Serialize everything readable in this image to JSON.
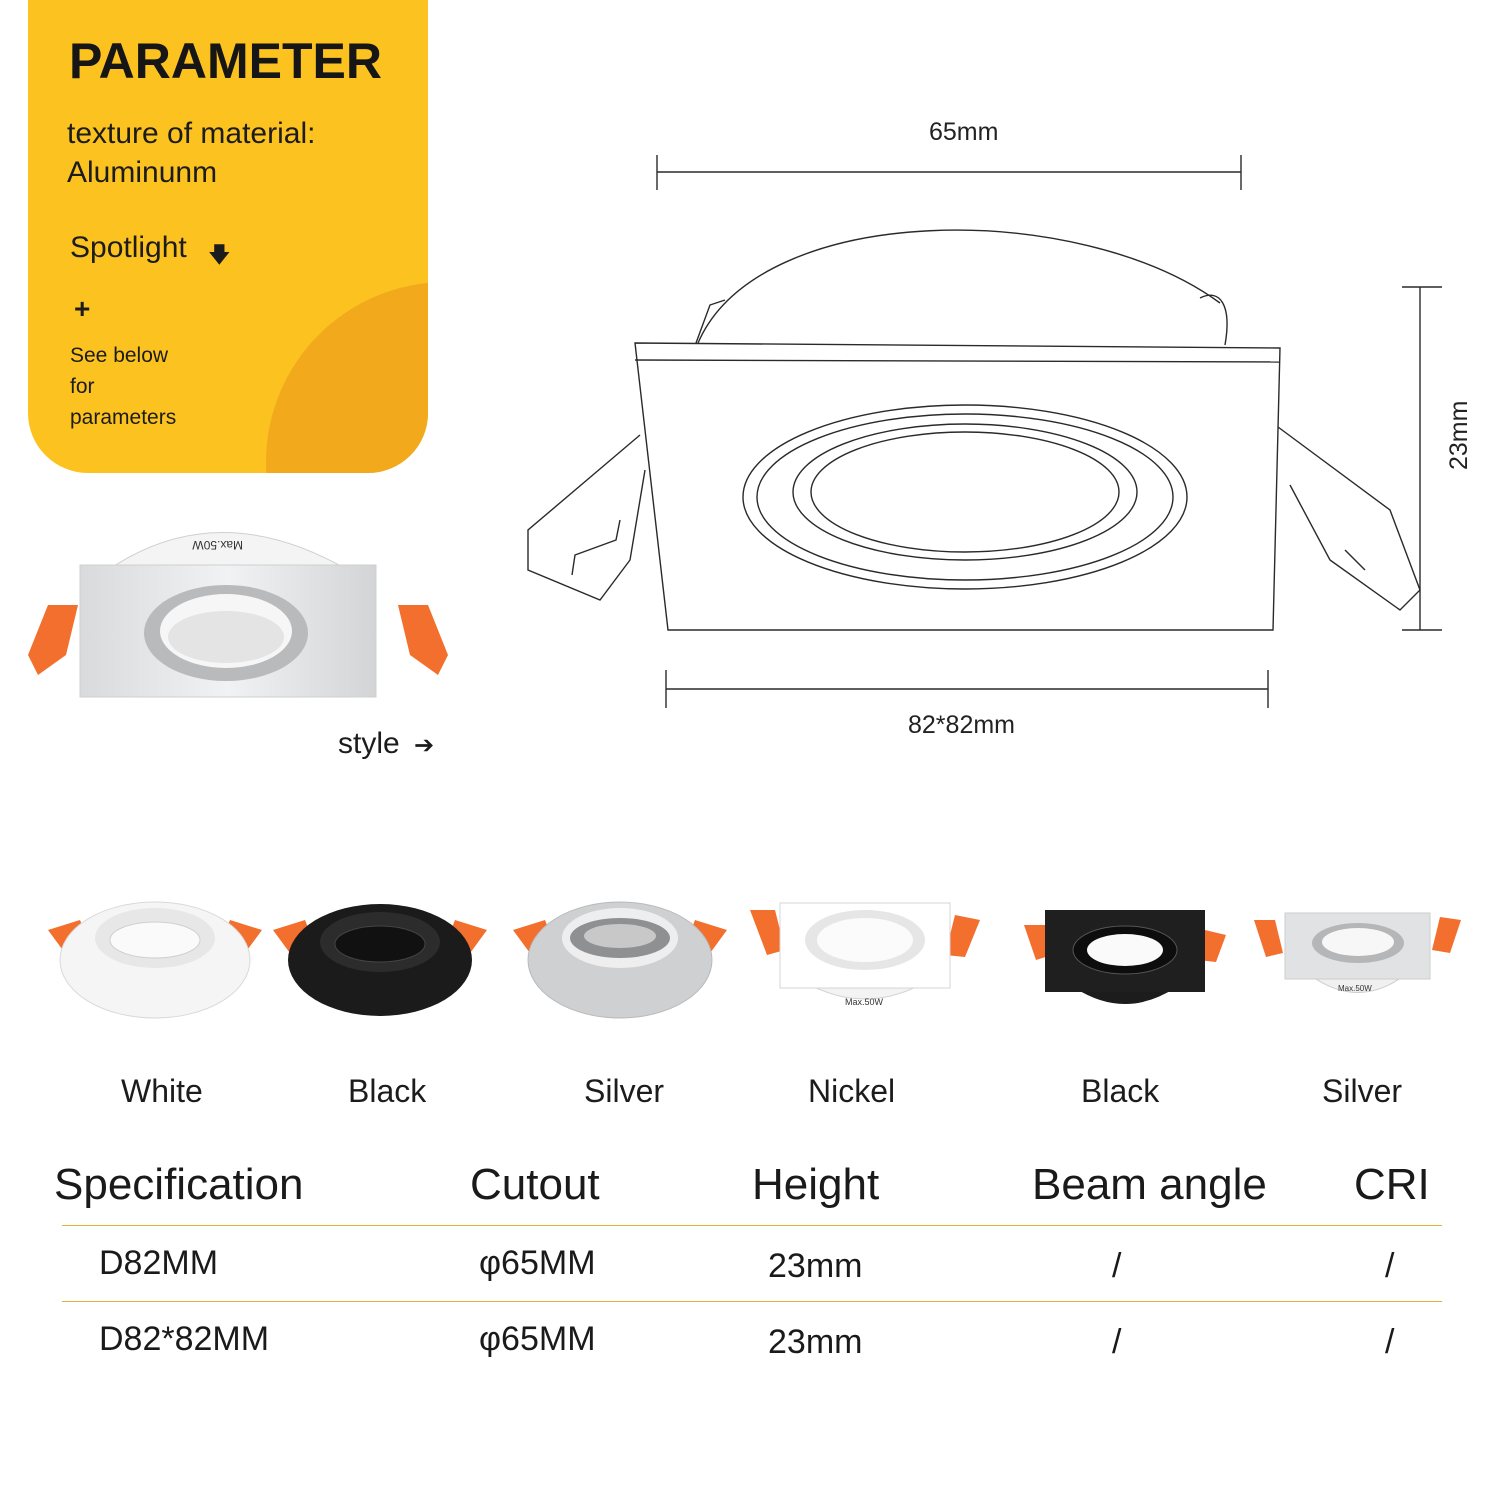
{
  "parameter_card": {
    "title": "PARAMETER",
    "material_label": "texture of material:",
    "material_value": "Aluminunm",
    "spotlight_label": "Spotlight",
    "plus": "+",
    "note_lines": [
      "See below",
      "for",
      "parameters"
    ]
  },
  "style_label": "style",
  "dimensions": {
    "top": "65mm",
    "bottom": "82*82mm",
    "side": "23mm"
  },
  "variants": [
    {
      "name": "White"
    },
    {
      "name": "Black"
    },
    {
      "name": "Silver"
    },
    {
      "name": "Nickel"
    },
    {
      "name": "Black"
    },
    {
      "name": "Silver"
    }
  ],
  "product_label": "Max.50W",
  "spec_table": {
    "headers": [
      "Specification",
      "Cutout",
      "Height",
      "Beam angle",
      "CRI"
    ],
    "rows": [
      [
        "D82MM",
        "φ65MM",
        "23mm",
        "/",
        "/"
      ],
      [
        "D82*82MM",
        "φ65MM",
        "23mm",
        "/",
        "/"
      ]
    ]
  },
  "colors": {
    "accent_yellow": "#fcc21f",
    "accent_orange": "#f2aa1c",
    "clip_orange": "#f36f2d",
    "rule_gold": "#e0b23a"
  }
}
